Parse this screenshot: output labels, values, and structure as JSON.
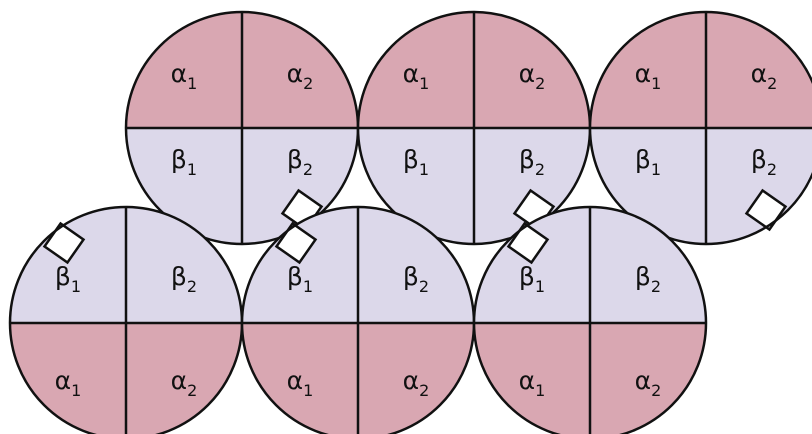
{
  "colors": {
    "alpha_fill": "#d9a7b2",
    "beta_fill": "#dcd8ea",
    "outline": "#111111",
    "background": "#ffffff"
  },
  "labels": {
    "alpha_symbol": "α",
    "beta_symbol": "β",
    "sub_1": "1",
    "sub_2": "2"
  },
  "molecules": [
    {
      "row": "top",
      "orientation": "alpha-up",
      "notch": "bottom-right"
    },
    {
      "row": "top",
      "orientation": "alpha-up",
      "notch": "bottom-right"
    },
    {
      "row": "top",
      "orientation": "alpha-up",
      "notch": "bottom-right"
    },
    {
      "row": "bottom",
      "orientation": "alpha-down",
      "notch": "top-left"
    },
    {
      "row": "bottom",
      "orientation": "alpha-down",
      "notch": "top-left"
    },
    {
      "row": "bottom",
      "orientation": "alpha-down",
      "notch": "top-left"
    }
  ]
}
